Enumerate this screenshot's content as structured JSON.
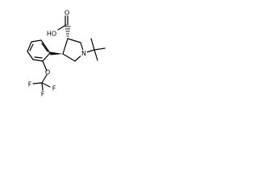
{
  "molecule": {
    "atoms": {
      "ho": "HO",
      "carbonyl_o": "O",
      "ring_n": "N",
      "ether_o": "O",
      "f_left": "F",
      "f_center": "F",
      "f_right": "F"
    }
  },
  "colors": {
    "bond": "#000000",
    "label": "#000000",
    "background": "#ffffff"
  }
}
